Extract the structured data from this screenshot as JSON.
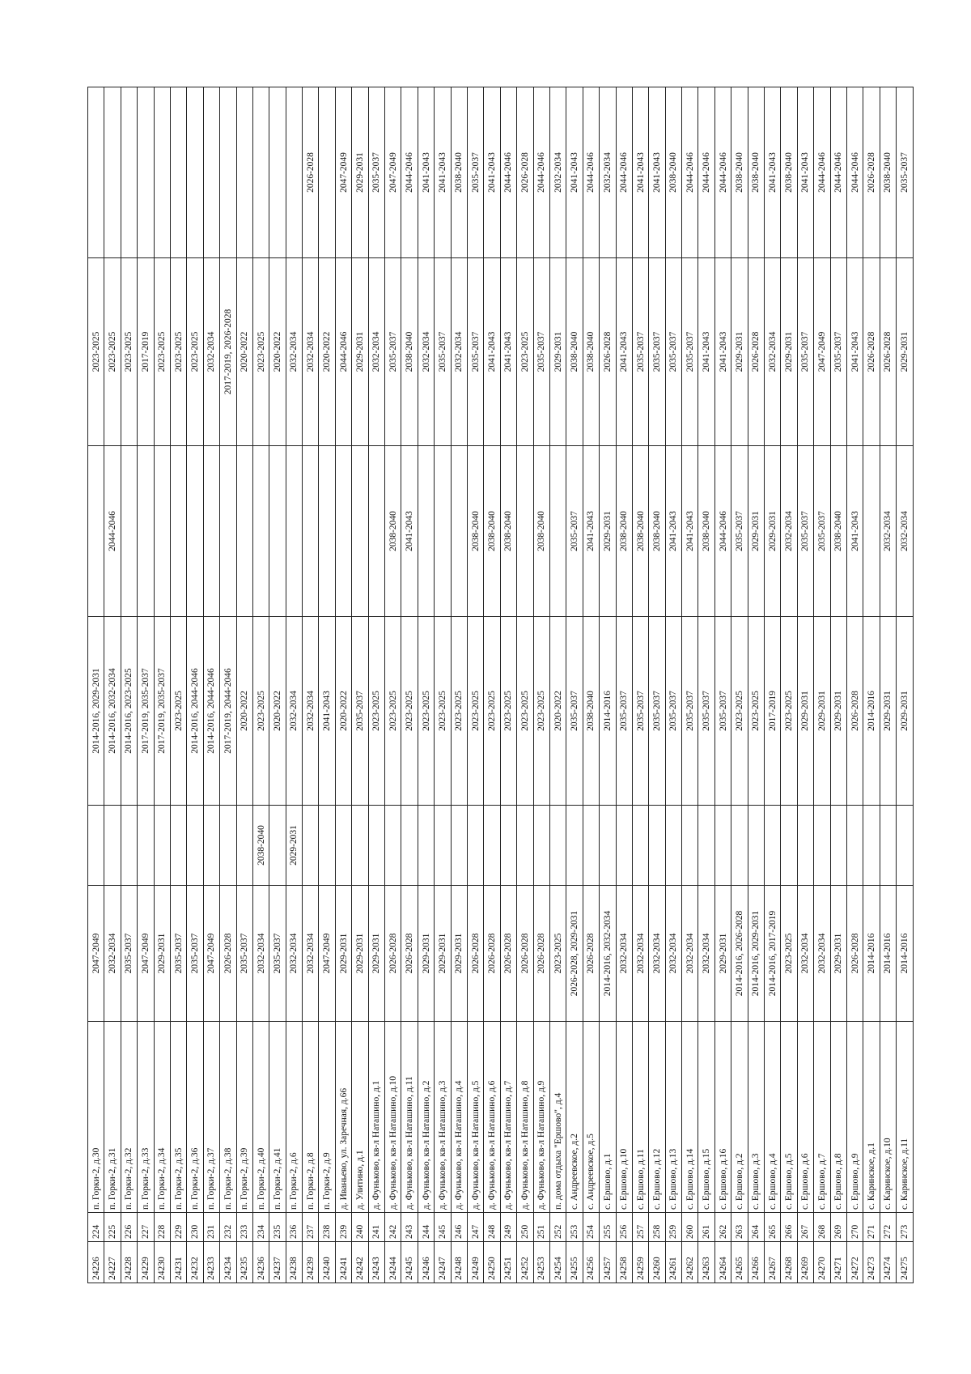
{
  "table": {
    "rows": [
      [
        "24226",
        "224",
        "п. Горки-2, д.30",
        "2047-2049",
        "",
        "2014-2016, 2029-2031",
        "",
        "2023-2025",
        ""
      ],
      [
        "24227",
        "225",
        "п. Горки-2, д.31",
        "2032-2034",
        "",
        "2014-2016, 2032-2034",
        "2044-2046",
        "2023-2025",
        ""
      ],
      [
        "24228",
        "226",
        "п. Горки-2, д.32",
        "2035-2037",
        "",
        "2014-2016, 2023-2025",
        "",
        "2023-2025",
        ""
      ],
      [
        "24229",
        "227",
        "п. Горки-2, д.33",
        "2047-2049",
        "",
        "2017-2019, 2035-2037",
        "",
        "2017-2019",
        ""
      ],
      [
        "24230",
        "228",
        "п. Горки-2, д.34",
        "2029-2031",
        "",
        "2017-2019, 2035-2037",
        "",
        "2023-2025",
        ""
      ],
      [
        "24231",
        "229",
        "п. Горки-2, д.35",
        "2035-2037",
        "",
        "2023-2025",
        "",
        "2023-2025",
        ""
      ],
      [
        "24232",
        "230",
        "п. Горки-2, д.36",
        "2035-2037",
        "",
        "2014-2016, 2044-2046",
        "",
        "2023-2025",
        ""
      ],
      [
        "24233",
        "231",
        "п. Горки-2, д.37",
        "2047-2049",
        "",
        "2014-2016, 2044-2046",
        "",
        "2032-2034",
        ""
      ],
      [
        "24234",
        "232",
        "п. Горки-2, д.38",
        "2026-2028",
        "",
        "2017-2019, 2044-2046",
        "",
        "2017-2019, 2026-2028",
        ""
      ],
      [
        "24235",
        "233",
        "п. Горки-2, д.39",
        "2035-2037",
        "",
        "2020-2022",
        "",
        "2020-2022",
        ""
      ],
      [
        "24236",
        "234",
        "п. Горки-2, д.40",
        "2032-2034",
        "2038-2040",
        "2023-2025",
        "",
        "2023-2025",
        ""
      ],
      [
        "24237",
        "235",
        "п. Горки-2, д.41",
        "2035-2037",
        "",
        "2020-2022",
        "",
        "2020-2022",
        ""
      ],
      [
        "24238",
        "236",
        "п. Горки-2, д.6",
        "2032-2034",
        "2029-2031",
        "2032-2034",
        "",
        "2032-2034",
        ""
      ],
      [
        "24239",
        "237",
        "п. Горки-2, д.8",
        "2032-2034",
        "",
        "2032-2034",
        "",
        "2032-2034",
        "2026-2028"
      ],
      [
        "24240",
        "238",
        "п. Горки-2, д.9",
        "2047-2049",
        "",
        "2041-2043",
        "",
        "2020-2022",
        ""
      ],
      [
        "24241",
        "239",
        "д. Иваньево, ул. Заречная, д.66",
        "2029-2031",
        "",
        "2020-2022",
        "",
        "2044-2046",
        "2047-2049"
      ],
      [
        "24242",
        "240",
        "д. Улитино, д.1",
        "2029-2031",
        "",
        "2035-2037",
        "",
        "2029-2031",
        "2029-2031"
      ],
      [
        "24243",
        "241",
        "д. Фуньково, кв-л Наташино, д.1",
        "2029-2031",
        "",
        "2023-2025",
        "",
        "2032-2034",
        "2035-2037"
      ],
      [
        "24244",
        "242",
        "д. Фуньково, кв-л Наташино, д.10",
        "2026-2028",
        "",
        "2023-2025",
        "2038-2040",
        "2035-2037",
        "2047-2049"
      ],
      [
        "24245",
        "243",
        "д. Фуньково, кв-л Наташино, д.11",
        "2026-2028",
        "",
        "2023-2025",
        "2041-2043",
        "2038-2040",
        "2044-2046"
      ],
      [
        "24246",
        "244",
        "д. Фуньково, кв-л Наташино, д.2",
        "2029-2031",
        "",
        "2023-2025",
        "",
        "2032-2034",
        "2041-2043"
      ],
      [
        "24247",
        "245",
        "д. Фуньково, кв-л Наташино, д.3",
        "2029-2031",
        "",
        "2023-2025",
        "",
        "2035-2037",
        "2041-2043"
      ],
      [
        "24248",
        "246",
        "д. Фуньково, кв-л Наташино, д.4",
        "2029-2031",
        "",
        "2023-2025",
        "",
        "2032-2034",
        "2038-2040"
      ],
      [
        "24249",
        "247",
        "д. Фуньково, кв-л Наташино, д.5",
        "2026-2028",
        "",
        "2023-2025",
        "2038-2040",
        "2035-2037",
        "2035-2037"
      ],
      [
        "24250",
        "248",
        "д. Фуньково, кв-л Наташино, д.6",
        "2026-2028",
        "",
        "2023-2025",
        "2038-2040",
        "2041-2043",
        "2041-2043"
      ],
      [
        "24251",
        "249",
        "д. Фуньково, кв-л Наташино, д.7",
        "2026-2028",
        "",
        "2023-2025",
        "2038-2040",
        "2041-2043",
        "2044-2046"
      ],
      [
        "24252",
        "250",
        "д. Фуньково, кв-л Наташино, д.8",
        "2026-2028",
        "",
        "2023-2025",
        "",
        "2023-2025",
        "2026-2028"
      ],
      [
        "24253",
        "251",
        "д. Фуньково, кв-л Наташино, д.9",
        "2026-2028",
        "",
        "2023-2025",
        "2038-2040",
        "2035-2037",
        "2044-2046"
      ],
      [
        "24254",
        "252",
        "п. дома отдыха \"Ершово\", д.4",
        "2023-2025",
        "",
        "2020-2022",
        "",
        "2029-2031",
        "2032-2034"
      ],
      [
        "24255",
        "253",
        "с. Андреевское, д.2",
        "2026-2028, 2029-2031",
        "",
        "2035-2037",
        "2035-2037",
        "2038-2040",
        "2041-2043"
      ],
      [
        "24256",
        "254",
        "с. Андреевское, д.5",
        "2026-2028",
        "",
        "2038-2040",
        "2041-2043",
        "2038-2040",
        "2044-2046"
      ],
      [
        "24257",
        "255",
        "с. Ершово, д.1",
        "2014-2016, 2032-2034",
        "",
        "2014-2016",
        "2029-2031",
        "2026-2028",
        "2032-2034"
      ],
      [
        "24258",
        "256",
        "с. Ершово, д.10",
        "2032-2034",
        "",
        "2035-2037",
        "2038-2040",
        "2041-2043",
        "2044-2046"
      ],
      [
        "24259",
        "257",
        "с. Ершово, д.11",
        "2032-2034",
        "",
        "2035-2037",
        "2038-2040",
        "2035-2037",
        "2041-2043"
      ],
      [
        "24260",
        "258",
        "с. Ершово, д.12",
        "2032-2034",
        "",
        "2035-2037",
        "2038-2040",
        "2035-2037",
        "2041-2043"
      ],
      [
        "24261",
        "259",
        "с. Ершово, д.13",
        "2032-2034",
        "",
        "2035-2037",
        "2041-2043",
        "2035-2037",
        "2038-2040"
      ],
      [
        "24262",
        "260",
        "с. Ершово, д.14",
        "2032-2034",
        "",
        "2035-2037",
        "2041-2043",
        "2035-2037",
        "2044-2046"
      ],
      [
        "24263",
        "261",
        "с. Ершово, д.15",
        "2032-2034",
        "",
        "2035-2037",
        "2038-2040",
        "2041-2043",
        "2044-2046"
      ],
      [
        "24264",
        "262",
        "с. Ершово, д.16",
        "2029-2031",
        "",
        "2035-2037",
        "2044-2046",
        "2041-2043",
        "2044-2046"
      ],
      [
        "24265",
        "263",
        "с. Ершово, д.2",
        "2014-2016, 2026-2028",
        "",
        "2023-2025",
        "2035-2037",
        "2029-2031",
        "2038-2040"
      ],
      [
        "24266",
        "264",
        "с. Ершово, д.3",
        "2014-2016, 2029-2031",
        "",
        "2023-2025",
        "2029-2031",
        "2026-2028",
        "2038-2040"
      ],
      [
        "24267",
        "265",
        "с. Ершово, д.4",
        "2014-2016, 2017-2019",
        "",
        "2017-2019",
        "2029-2031",
        "2032-2034",
        "2041-2043"
      ],
      [
        "24268",
        "266",
        "с. Ершово, д.5",
        "2023-2025",
        "",
        "2023-2025",
        "2032-2034",
        "2029-2031",
        "2038-2040"
      ],
      [
        "24269",
        "267",
        "с. Ершово, д.6",
        "2032-2034",
        "",
        "2029-2031",
        "2035-2037",
        "2035-2037",
        "2041-2043"
      ],
      [
        "24270",
        "268",
        "с. Ершово, д.7",
        "2032-2034",
        "",
        "2029-2031",
        "2035-2037",
        "2047-2049",
        "2044-2046"
      ],
      [
        "24271",
        "269",
        "с. Ершово, д.8",
        "2029-2031",
        "",
        "2029-2031",
        "2038-2040",
        "2035-2037",
        "2044-2046"
      ],
      [
        "24272",
        "270",
        "с. Ершово, д.9",
        "2026-2028",
        "",
        "2026-2028",
        "2041-2043",
        "2041-2043",
        "2044-2046"
      ],
      [
        "24273",
        "271",
        "с. Каринское, д.1",
        "2014-2016",
        "",
        "2014-2016",
        "",
        "2026-2028",
        "2026-2028"
      ],
      [
        "24274",
        "272",
        "с. Каринское, д.10",
        "2014-2016",
        "",
        "2029-2031",
        "2032-2034",
        "2026-2028",
        "2038-2040"
      ],
      [
        "24275",
        "273",
        "с. Каринское, д.11",
        "2014-2016",
        "",
        "2029-2031",
        "2032-2034",
        "2029-2031",
        "2035-2037"
      ]
    ]
  }
}
